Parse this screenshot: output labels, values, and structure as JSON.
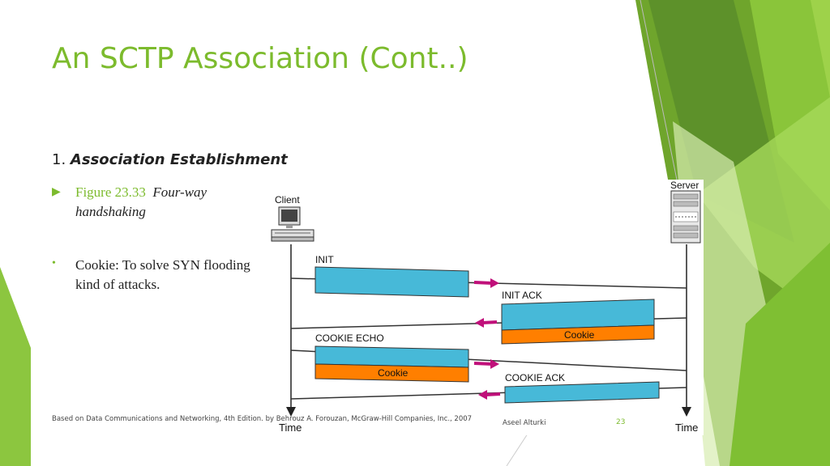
{
  "slide": {
    "title": "An SCTP Association (Cont..)",
    "heading_number": "1.",
    "heading_text": "Association Establishment",
    "bullet1_figure": "Figure 23.33",
    "bullet1_caption": "Four-way handshaking",
    "bullet2_text": "Cookie: To solve SYN flooding kind of attacks.",
    "footer": "Based on Data Communications and Networking, 4th Edition. by Behrouz A. Forouzan,   McGraw-Hill Companies, Inc., 2007",
    "author": "Aseel Alturki",
    "page_number": "23"
  },
  "diagram": {
    "client_label": "Client",
    "server_label": "Server",
    "time_label_left": "Time",
    "time_label_right": "Time",
    "messages": [
      {
        "label": "INIT"
      },
      {
        "label": "INIT ACK",
        "cookie": "Cookie"
      },
      {
        "label": "COOKIE ECHO",
        "cookie": "Cookie"
      },
      {
        "label": "COOKIE ACK"
      }
    ]
  },
  "colors": {
    "accent": "#7cbb2d",
    "packet": "#47b9d8",
    "cookie": "#ff7f00",
    "arrow": "#c0107a"
  }
}
